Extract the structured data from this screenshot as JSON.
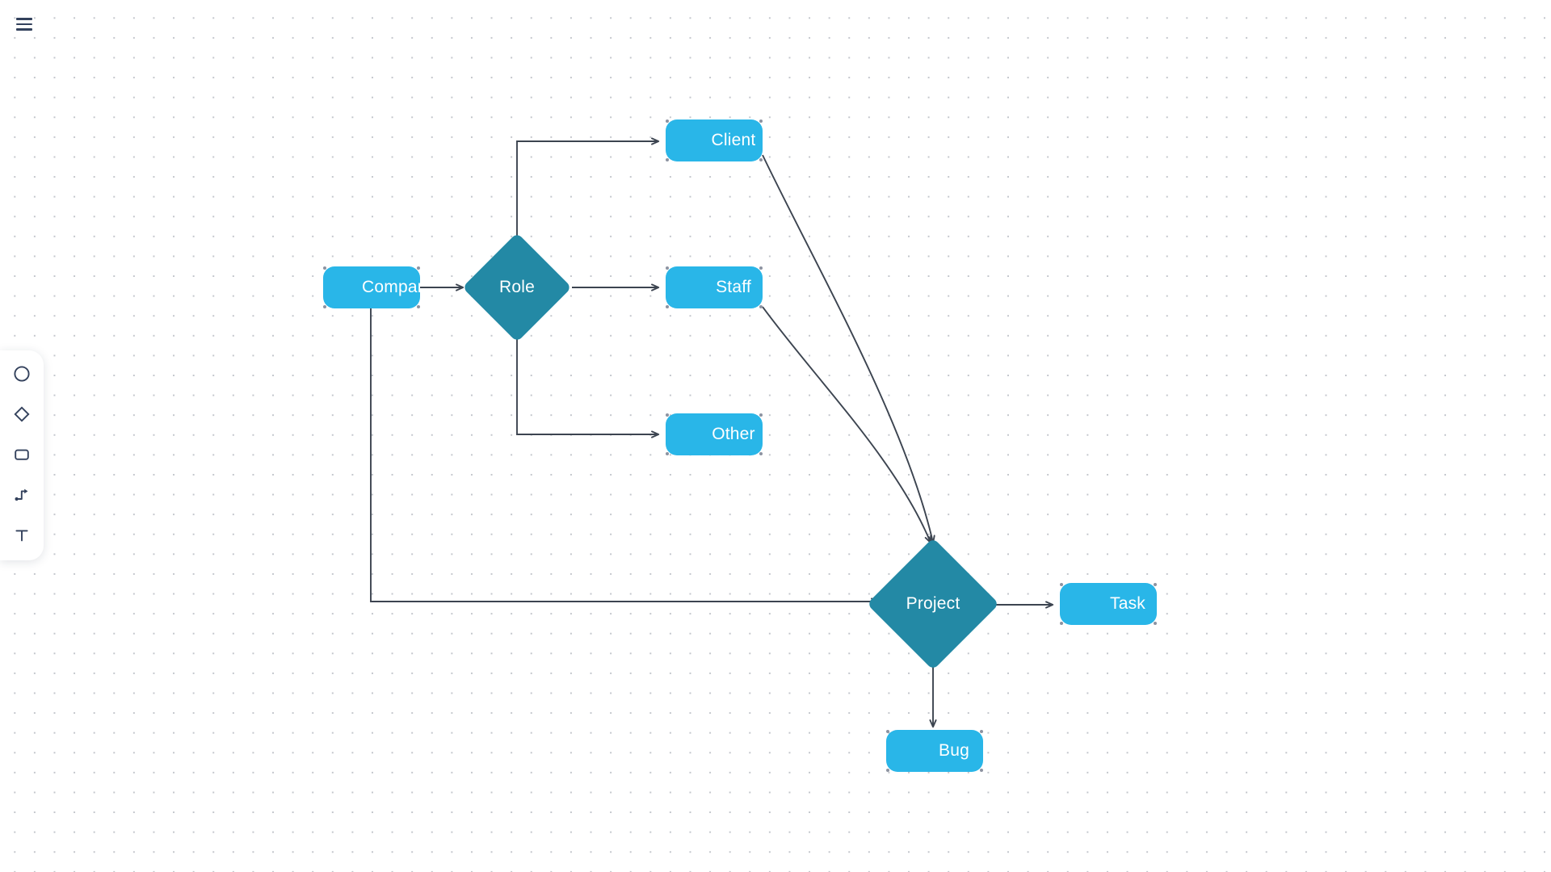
{
  "app": {
    "menu_icon": "hamburger-menu-icon",
    "canvas_background": "#ffffff",
    "grid_dot_color": "#c3c6cc"
  },
  "toolbar": {
    "items": [
      {
        "name": "ellipse-tool",
        "icon": "circle-icon",
        "label": "Ellipse"
      },
      {
        "name": "diamond-tool",
        "icon": "diamond-icon",
        "label": "Diamond"
      },
      {
        "name": "rectangle-tool",
        "icon": "rectangle-icon",
        "label": "Rectangle"
      },
      {
        "name": "connector-tool",
        "icon": "connector-icon",
        "label": "Connector"
      },
      {
        "name": "text-tool",
        "icon": "text-icon",
        "label": "Text"
      }
    ]
  },
  "colors": {
    "node_fill": "#29B6E8",
    "diamond_fill": "#2389A5",
    "node_text": "#ffffff",
    "edge_stroke": "#3c4450"
  },
  "diagram": {
    "nodes": [
      {
        "id": "company",
        "label": "Company",
        "shape": "rectangle",
        "fill": "#29B6E8"
      },
      {
        "id": "role",
        "label": "Role",
        "shape": "diamond",
        "fill": "#2389A5"
      },
      {
        "id": "client",
        "label": "Client",
        "shape": "rectangle",
        "fill": "#29B6E8"
      },
      {
        "id": "staff",
        "label": "Staff",
        "shape": "rectangle",
        "fill": "#29B6E8"
      },
      {
        "id": "other",
        "label": "Other",
        "shape": "rectangle",
        "fill": "#29B6E8"
      },
      {
        "id": "project",
        "label": "Project",
        "shape": "diamond",
        "fill": "#2389A5"
      },
      {
        "id": "task",
        "label": "Task",
        "shape": "rectangle",
        "fill": "#29B6E8"
      },
      {
        "id": "bug",
        "label": "Bug",
        "shape": "rectangle",
        "fill": "#29B6E8"
      }
    ],
    "edges": [
      {
        "from": "company",
        "to": "role",
        "style": "straight"
      },
      {
        "from": "role",
        "to": "client",
        "style": "orthogonal"
      },
      {
        "from": "role",
        "to": "staff",
        "style": "straight"
      },
      {
        "from": "role",
        "to": "other",
        "style": "orthogonal"
      },
      {
        "from": "company",
        "to": "project",
        "style": "orthogonal"
      },
      {
        "from": "client",
        "to": "project",
        "style": "curve"
      },
      {
        "from": "staff",
        "to": "project",
        "style": "curve"
      },
      {
        "from": "project",
        "to": "task",
        "style": "straight"
      },
      {
        "from": "project",
        "to": "bug",
        "style": "straight"
      }
    ]
  }
}
